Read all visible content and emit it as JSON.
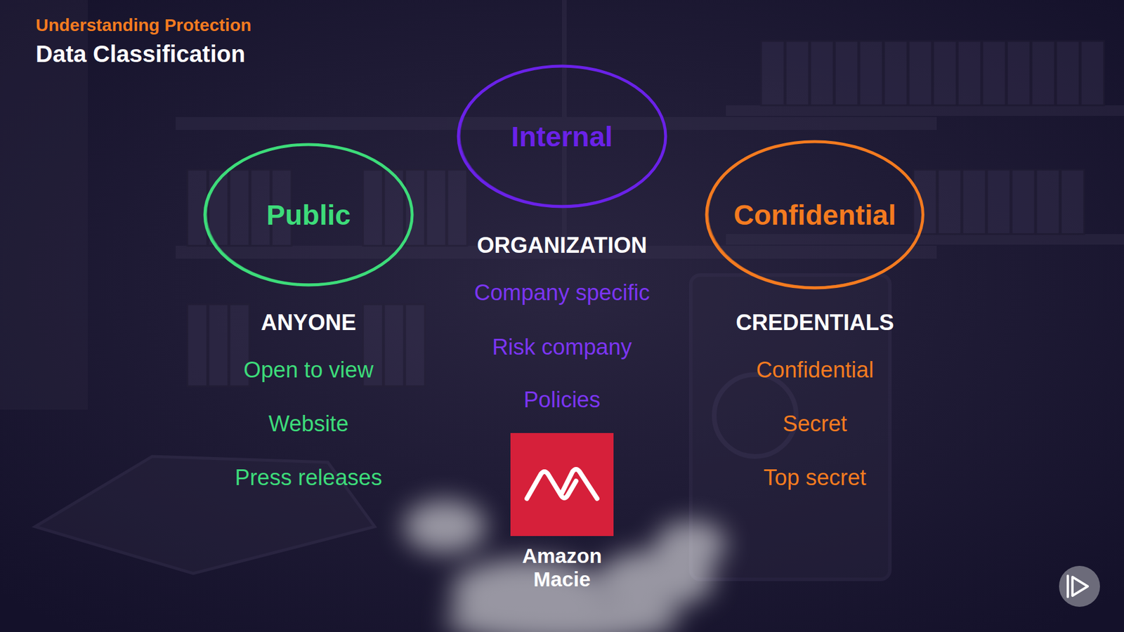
{
  "diagram": {
    "title": "Data Classification",
    "nodes": [
      {
        "text": [
          "Public"
        ]
      },
      {
        "text": [
          "Internal"
        ]
      },
      {
        "text": [
          "Confidential"
        ]
      },
      {
        "text": [
          "Amazon Macie"
        ]
      }
    ],
    "labels": [
      "Understanding Protection",
      "ANYONE",
      "Open to view",
      "Website",
      "Press releases",
      "ORGANIZATION",
      "Company specific",
      "Risk company",
      "Policies",
      "CREDENTIALS",
      "Confidential",
      "Secret",
      "Top secret"
    ]
  }
}
